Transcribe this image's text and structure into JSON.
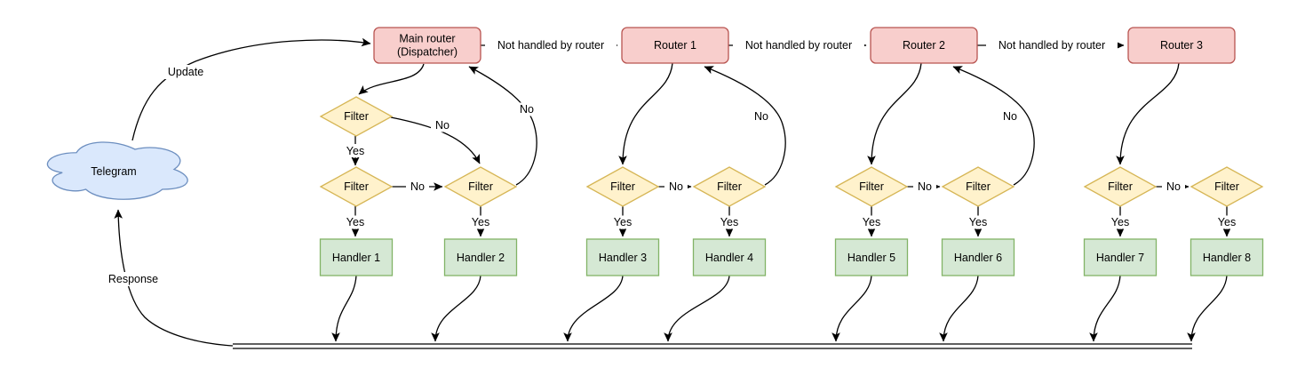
{
  "diagram": {
    "cloud": {
      "label": "Telegram"
    },
    "dispatcher": {
      "line1": "Main router",
      "line2": "(Dispatcher)"
    },
    "routers": [
      "Router 1",
      "Router 2",
      "Router 3"
    ],
    "filter": "Filter",
    "handlers": [
      "Handler 1",
      "Handler 2",
      "Handler 3",
      "Handler 4",
      "Handler 5",
      "Handler 6",
      "Handler 7",
      "Handler 8"
    ],
    "labels": {
      "update": "Update",
      "response": "Response",
      "not_handled": "Not handled by router",
      "yes": "Yes",
      "no": "No"
    },
    "colors": {
      "router_fill": "#f8cecc",
      "router_stroke": "#b85450",
      "filter_fill": "#fff2cc",
      "filter_stroke": "#d6b656",
      "handler_fill": "#d5e8d4",
      "handler_stroke": "#82b366",
      "cloud_fill": "#dae8fc",
      "cloud_stroke": "#6c8ebf",
      "line": "#000000"
    }
  }
}
